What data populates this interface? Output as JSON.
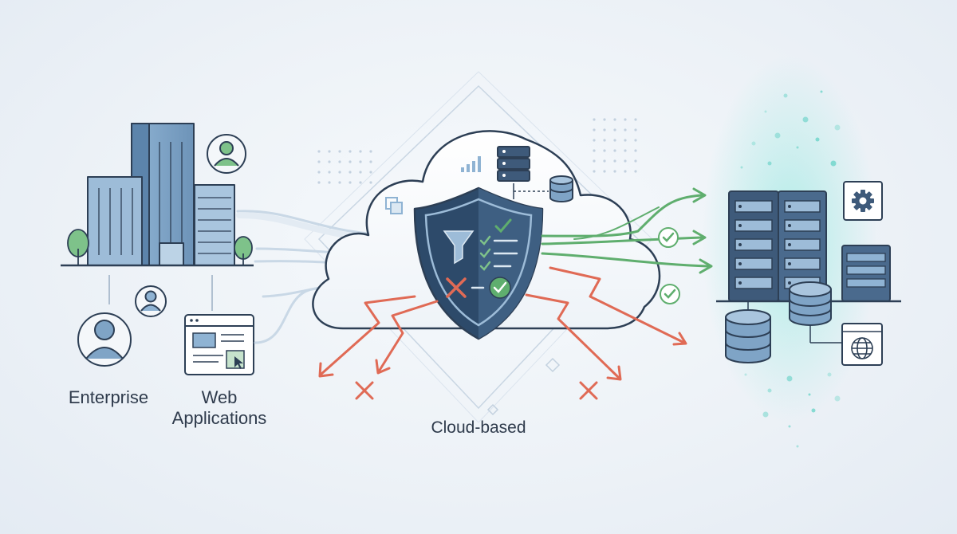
{
  "labels": {
    "enterprise": "Enterprise",
    "web_line1": "Web",
    "web_line2": "Applications",
    "cloud": "Cloud-based"
  },
  "colors": {
    "navy": "#3e5a7a",
    "blue_light": "#7fa4c6",
    "blue_mid": "#5f87ad",
    "green": "#5fae6e",
    "red": "#e06a55",
    "cyan_glow": "#63d6cc",
    "outline": "#2d3f55"
  },
  "icons": {
    "buildings": "office-buildings-icon",
    "trees": "tree-icon",
    "user": "user-avatar-icon",
    "browser": "browser-window-icon",
    "cursor": "mouse-cursor-icon",
    "cloud": "cloud-icon",
    "shield": "security-shield-icon",
    "filter": "filter-funnel-icon",
    "checklist": "checklist-icon",
    "server": "server-rack-icon",
    "database": "database-icon",
    "gear": "gear-icon",
    "globe": "globe-icon",
    "check": "check-circle-icon",
    "block": "x-mark-icon",
    "bar_chart": "bar-chart-icon"
  }
}
